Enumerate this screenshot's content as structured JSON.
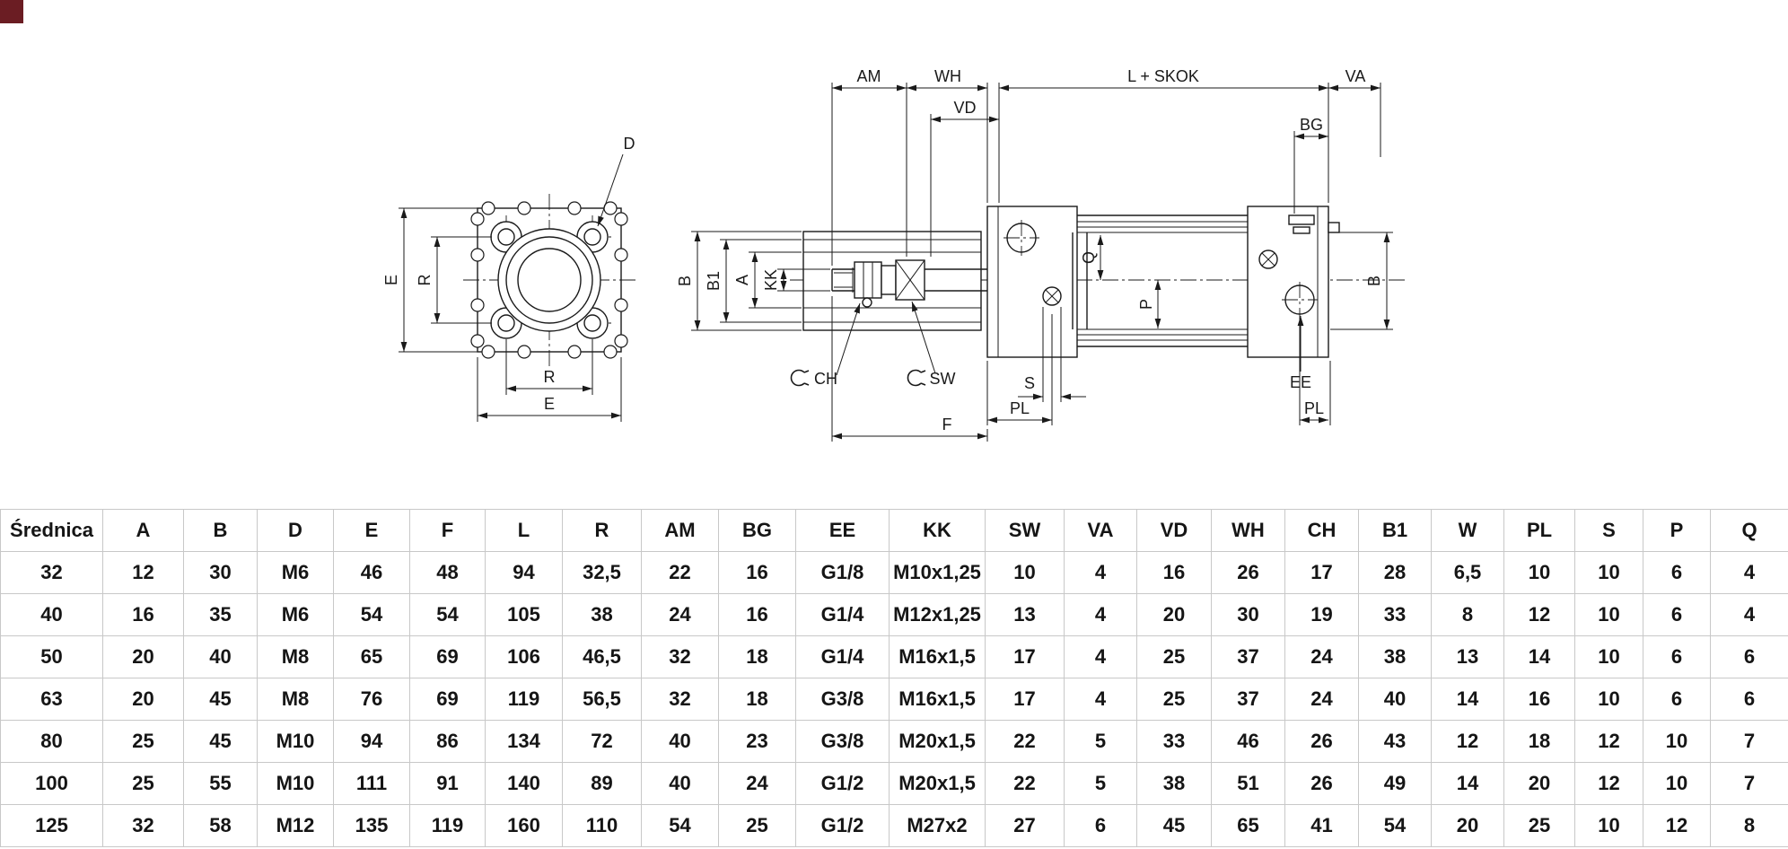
{
  "page": {
    "background": "#ffffff",
    "line_color": "#1a1a1a",
    "corner_mark_color": "#6b1d23"
  },
  "drawing": {
    "labels": {
      "d": "D",
      "e": "E",
      "r": "R",
      "b": "B",
      "b1": "B1",
      "a": "A",
      "kk": "KK",
      "ch": "CH",
      "sw": "SW",
      "am": "AM",
      "wh": "WH",
      "vd": "VD",
      "l_skok": "L + SKOK",
      "va": "VA",
      "bg": "BG",
      "q": "Q",
      "p": "P",
      "s": "S",
      "pl": "PL",
      "f": "F",
      "ee": "EE"
    }
  },
  "table": {
    "headers": [
      "Średnica",
      "A",
      "B",
      "D",
      "E",
      "F",
      "L",
      "R",
      "AM",
      "BG",
      "EE",
      "KK",
      "SW",
      "VA",
      "VD",
      "WH",
      "CH",
      "B1",
      "W",
      "PL",
      "S",
      "P",
      "Q"
    ],
    "rows": [
      [
        "32",
        "12",
        "30",
        "M6",
        "46",
        "48",
        "94",
        "32,5",
        "22",
        "16",
        "G1/8",
        "M10x1,25",
        "10",
        "4",
        "16",
        "26",
        "17",
        "28",
        "6,5",
        "10",
        "10",
        "6",
        "4"
      ],
      [
        "40",
        "16",
        "35",
        "M6",
        "54",
        "54",
        "105",
        "38",
        "24",
        "16",
        "G1/4",
        "M12x1,25",
        "13",
        "4",
        "20",
        "30",
        "19",
        "33",
        "8",
        "12",
        "10",
        "6",
        "4"
      ],
      [
        "50",
        "20",
        "40",
        "M8",
        "65",
        "69",
        "106",
        "46,5",
        "32",
        "18",
        "G1/4",
        "M16x1,5",
        "17",
        "4",
        "25",
        "37",
        "24",
        "38",
        "13",
        "14",
        "10",
        "6",
        "6"
      ],
      [
        "63",
        "20",
        "45",
        "M8",
        "76",
        "69",
        "119",
        "56,5",
        "32",
        "18",
        "G3/8",
        "M16x1,5",
        "17",
        "4",
        "25",
        "37",
        "24",
        "40",
        "14",
        "16",
        "10",
        "6",
        "6"
      ],
      [
        "80",
        "25",
        "45",
        "M10",
        "94",
        "86",
        "134",
        "72",
        "40",
        "23",
        "G3/8",
        "M20x1,5",
        "22",
        "5",
        "33",
        "46",
        "26",
        "43",
        "12",
        "18",
        "12",
        "10",
        "7"
      ],
      [
        "100",
        "25",
        "55",
        "M10",
        "111",
        "91",
        "140",
        "89",
        "40",
        "24",
        "G1/2",
        "M20x1,5",
        "22",
        "5",
        "38",
        "51",
        "26",
        "49",
        "14",
        "20",
        "12",
        "10",
        "7"
      ],
      [
        "125",
        "32",
        "58",
        "M12",
        "135",
        "119",
        "160",
        "110",
        "54",
        "25",
        "G1/2",
        "M27x2",
        "27",
        "6",
        "45",
        "65",
        "41",
        "54",
        "20",
        "25",
        "10",
        "12",
        "8"
      ]
    ]
  }
}
